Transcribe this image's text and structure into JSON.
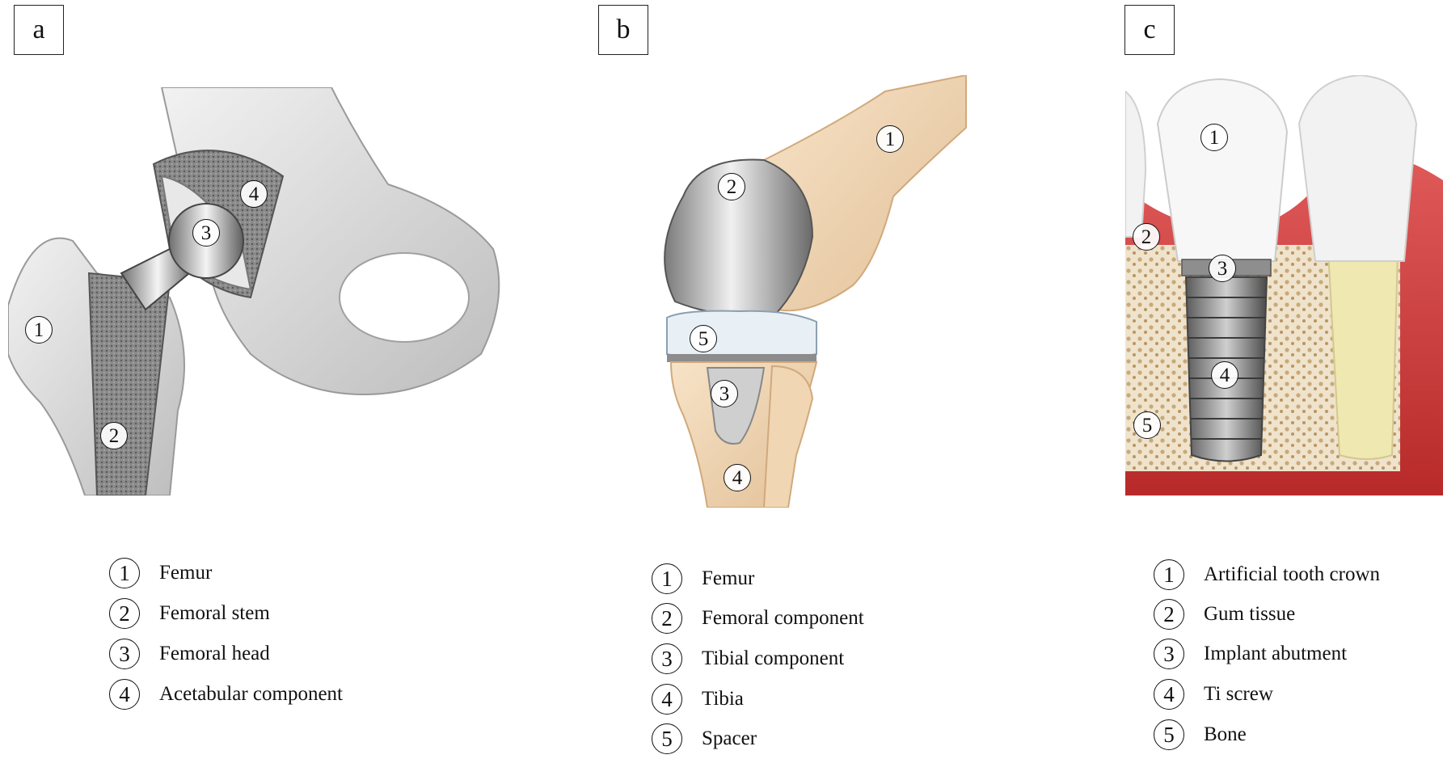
{
  "panels": [
    {
      "letter": "a",
      "markers": [
        "1",
        "2",
        "3",
        "4"
      ],
      "legend": [
        {
          "num": "1",
          "label": "Femur"
        },
        {
          "num": "2",
          "label": "Femoral stem"
        },
        {
          "num": "3",
          "label": "Femoral head"
        },
        {
          "num": "4",
          "label": "Acetabular component"
        }
      ]
    },
    {
      "letter": "b",
      "markers": [
        "1",
        "2",
        "3",
        "4",
        "5"
      ],
      "legend": [
        {
          "num": "1",
          "label": "Femur"
        },
        {
          "num": "2",
          "label": "Femoral component"
        },
        {
          "num": "3",
          "label": "Tibial component"
        },
        {
          "num": "4",
          "label": "Tibia"
        },
        {
          "num": "5",
          "label": "Spacer"
        }
      ]
    },
    {
      "letter": "c",
      "markers": [
        "1",
        "2",
        "3",
        "4",
        "5"
      ],
      "legend": [
        {
          "num": "1",
          "label": "Artificial tooth crown"
        },
        {
          "num": "2",
          "label": "Gum tissue"
        },
        {
          "num": "3",
          "label": "Implant abutment"
        },
        {
          "num": "4",
          "label": "Ti screw"
        },
        {
          "num": "5",
          "label": "Bone"
        }
      ]
    }
  ]
}
